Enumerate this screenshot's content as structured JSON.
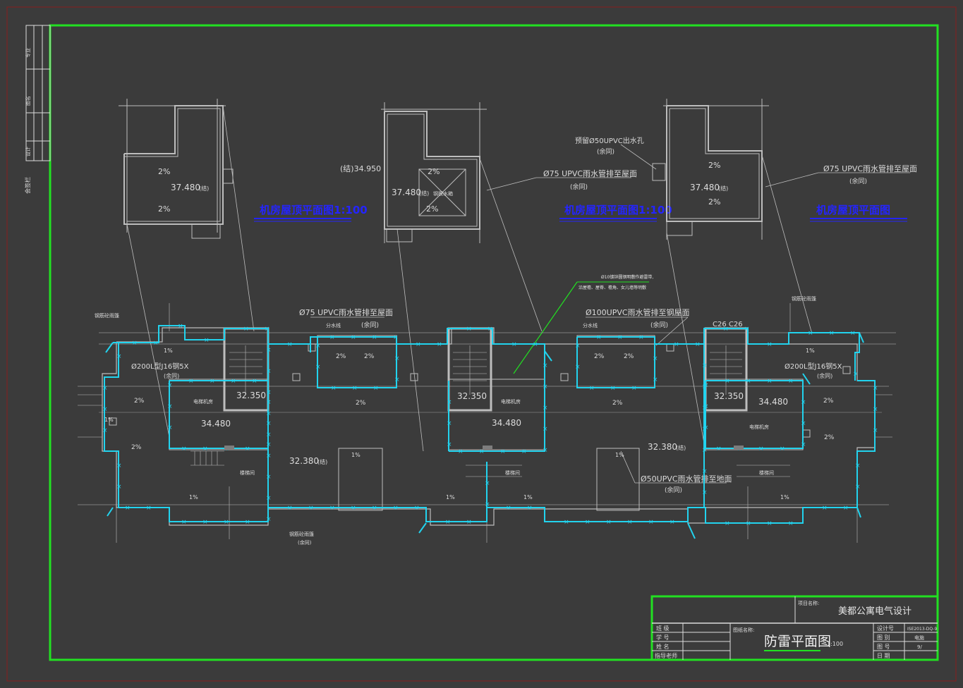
{
  "colors": {
    "background": "#3b3b3b",
    "outer_border": "#8a1c1c",
    "frame": "#22e022",
    "lightning_conductor": "#22d3ee",
    "structure_line": "#bdbdbd",
    "text": "#dcdcdc",
    "title_blue": "#2424ff"
  },
  "left_strip": {
    "cells": [
      "专业",
      "图名",
      "会签栏",
      "设计"
    ]
  },
  "roof_plans": [
    {
      "title": "机房屋顶平面图1:100",
      "elevation": "37.480",
      "elevation_suffix": "(结)",
      "slope_top": "2%",
      "slope_bottom": "2%"
    },
    {
      "title": "机房屋顶平面图1:100",
      "elevation": "37.480",
      "elevation_suffix": "(结)",
      "slope_top": "2%",
      "slope_bottom": "2%",
      "side_elevation": "(结)34.950",
      "inner_note": "钢板水箱"
    },
    {
      "title": "机房屋顶平面图",
      "elevation": "37.480",
      "elevation_suffix": "(结)",
      "slope_top": "2%",
      "slope_bottom": "2%"
    }
  ],
  "callouts": [
    {
      "id": "c1",
      "line1": "Ø75 UPVC雨水管排至屋面",
      "line2": "(余同)"
    },
    {
      "id": "c2",
      "line1": "预留Ø50UPVC出水孔",
      "line2": "(余同)"
    },
    {
      "id": "c3",
      "line1": "Ø75 UPVC雨水管排至屋面",
      "line2": "(余同)"
    },
    {
      "id": "c4",
      "line1": "Ø75 UPVC雨水管排至屋面",
      "line2": "(余同)"
    },
    {
      "id": "c5",
      "line1": "Ø100UPVC雨水管排至钢屋面",
      "line2": "(余同)"
    },
    {
      "id": "c6",
      "line1": "Ø50UPVC雨水管排至地面",
      "line2": "(余同)"
    },
    {
      "id": "c7",
      "line1": "Ø10镀锌圆钢明敷作避雷带,",
      "line2": "沿屋檐、屋脊、檐角、女儿墙等明敷"
    }
  ],
  "floor_plan": {
    "elevations": [
      "32.350",
      "32.350",
      "32.350",
      "34.480",
      "34.480",
      "34.480",
      "32.380",
      "32.380"
    ],
    "elevation_suffix": "(结)",
    "room_label_elevator": "电梯机房",
    "room_label_stair": "楼梯间",
    "room_label_side": "分水线",
    "gutter_label": "钢筋砼雨篷",
    "gutter_note": "(余同)",
    "pipe_note": "Ø200L型J16钢5X",
    "pipe_note_2": "(余同)",
    "c_mark": "C26 C26",
    "slopes": [
      "2%",
      "1%",
      "2%",
      "2%",
      "1%"
    ]
  },
  "title_block": {
    "project_label": "项目名称:",
    "project_name": "美都公寓电气设计",
    "drawing_label": "图纸名称:",
    "drawing_name": "防雷平面图",
    "scale": "1:100",
    "left_rows": [
      "班  级",
      "学  号",
      "姓  名",
      "指导老师"
    ],
    "right_rows": [
      {
        "k": "设计号",
        "v": "ISE2013-DQ-9"
      },
      {
        "k": "图  别",
        "v": "电施"
      },
      {
        "k": "图  号",
        "v": "9/"
      },
      {
        "k": "日  期",
        "v": ""
      }
    ]
  }
}
